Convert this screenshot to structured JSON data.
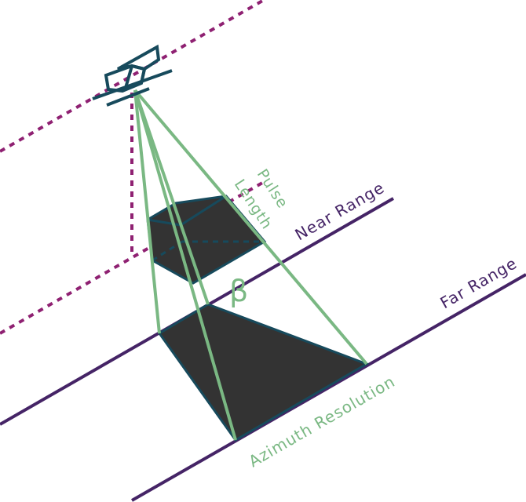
{
  "labels": {
    "pulse_length_line1": "Pulse",
    "pulse_length_line2": "Length",
    "near_range": "Near Range",
    "far_range": "Far Range",
    "beta": "β",
    "azimuth_resolution": "Azimuth Resolution"
  },
  "colors": {
    "purple_line": "#452466",
    "magenta_dotted": "#8f2172",
    "green_beam": "#7ab883",
    "dark_fill": "#333333",
    "teal_outline": "#174a5c"
  },
  "icons": {
    "satellite": "satellite-icon"
  }
}
